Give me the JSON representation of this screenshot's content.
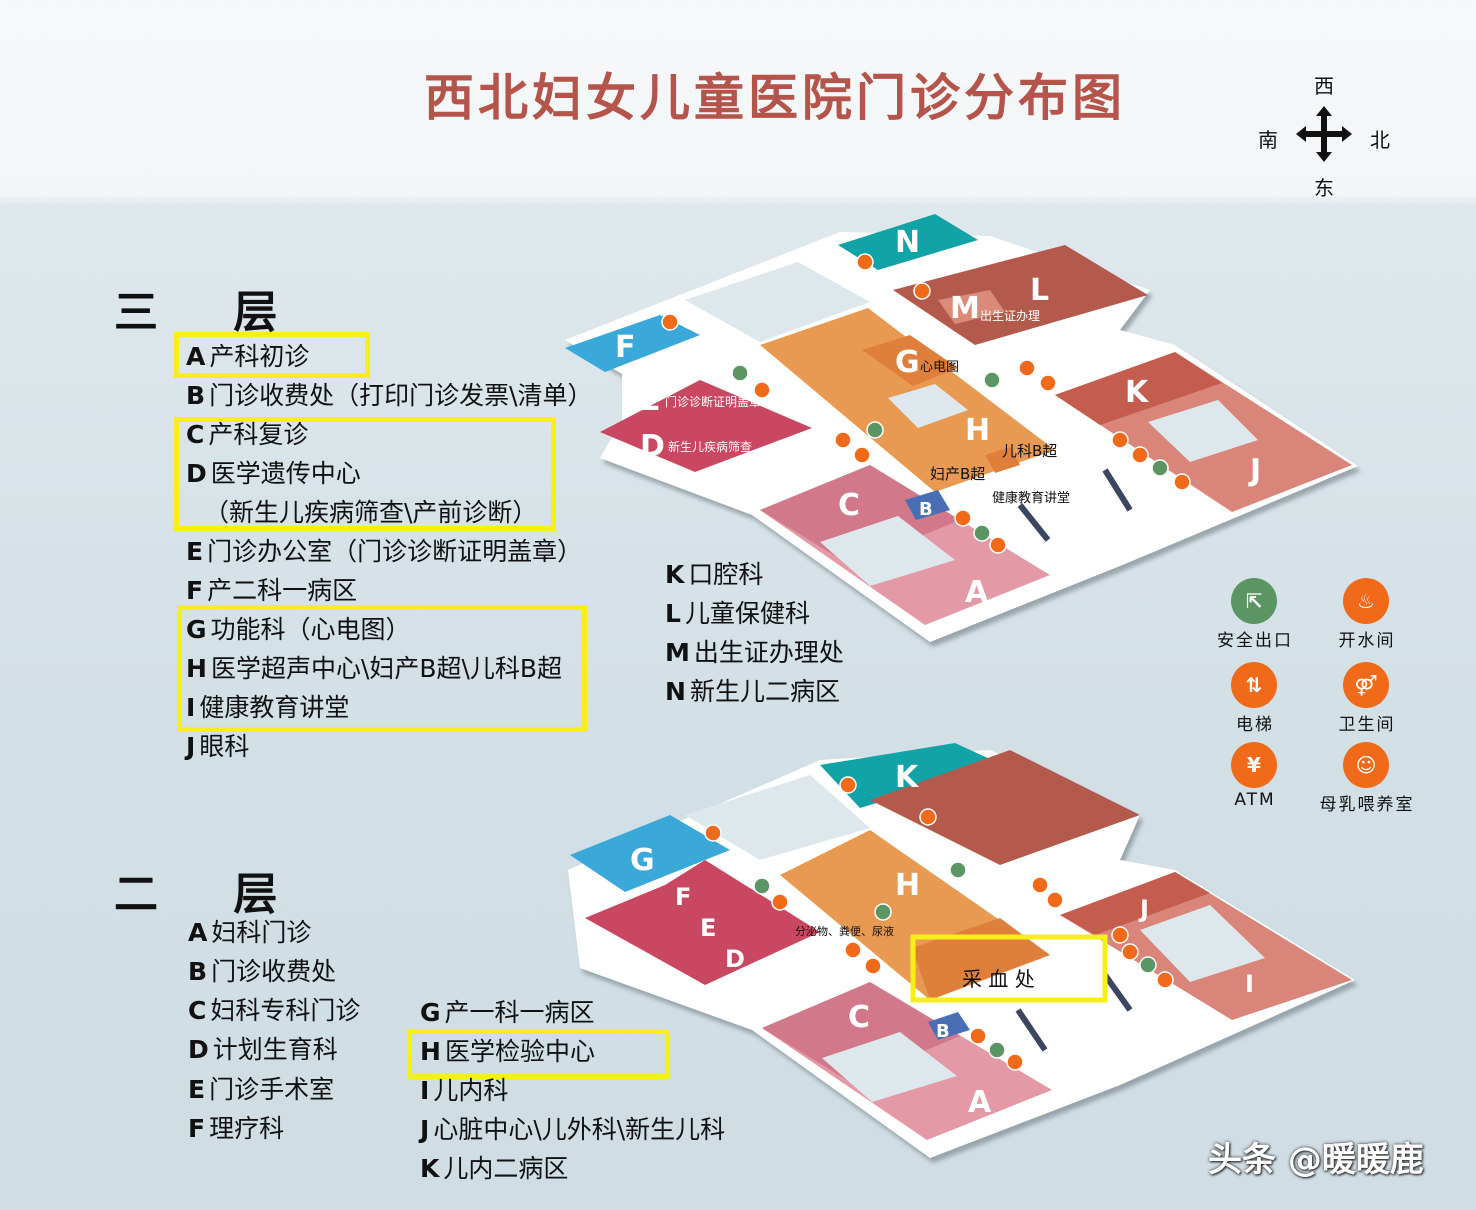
{
  "title": "西北妇女儿童医院门诊分布图",
  "compass": {
    "top": "西",
    "left": "南",
    "right": "北",
    "bottom": "东"
  },
  "floor3": {
    "heading": "三 层",
    "items": [
      {
        "letter": "A",
        "label": "产科初诊",
        "highlighted": true
      },
      {
        "letter": "B",
        "label": "门诊收费处（打印门诊发票\\清单）"
      },
      {
        "letter": "C",
        "label": "产科复诊",
        "highlighted": true
      },
      {
        "letter": "D",
        "label": "医学遗传中心",
        "highlighted": true
      },
      {
        "letter": "",
        "label": "（新生儿疾病筛查\\产前诊断）",
        "highlighted": true
      },
      {
        "letter": "E",
        "label": "门诊办公室（门诊诊断证明盖章）"
      },
      {
        "letter": "F",
        "label": "产二科一病区"
      },
      {
        "letter": "G",
        "label": "功能科（心电图）",
        "highlighted": true
      },
      {
        "letter": "H",
        "label": "医学超声中心\\妇产B超\\儿科B超",
        "highlighted": true
      },
      {
        "letter": "I",
        "label": "健康教育讲堂",
        "highlighted": true
      },
      {
        "letter": "J",
        "label": "眼科"
      },
      {
        "letter": "K",
        "label": "口腔科"
      },
      {
        "letter": "L",
        "label": "儿童保健科"
      },
      {
        "letter": "M",
        "label": "出生证办理处"
      },
      {
        "letter": "N",
        "label": "新生儿二病区"
      }
    ],
    "map_labels": {
      "N": "N",
      "L": "L",
      "M": "M",
      "M_sub": "出生证办理",
      "F": "F",
      "E": "E",
      "E_sub": "门诊诊断证明盖章",
      "D": "D",
      "D_sub": "新生儿疾病筛查",
      "G": "G",
      "G_sub": "心电图",
      "H": "H",
      "H_left": "妇产B超",
      "H_right": "儿科B超",
      "I_sub": "健康教育讲堂",
      "K": "K",
      "J": "J",
      "C": "C",
      "B": "B",
      "A": "A"
    }
  },
  "floor2": {
    "heading": "二 层",
    "items": [
      {
        "letter": "A",
        "label": "妇科门诊"
      },
      {
        "letter": "B",
        "label": "门诊收费处"
      },
      {
        "letter": "C",
        "label": "妇科专科门诊"
      },
      {
        "letter": "D",
        "label": "计划生育科"
      },
      {
        "letter": "E",
        "label": "门诊手术室"
      },
      {
        "letter": "F",
        "label": "理疗科"
      },
      {
        "letter": "G",
        "label": "产一科一病区"
      },
      {
        "letter": "H",
        "label": "医学检验中心",
        "highlighted": true
      },
      {
        "letter": "I",
        "label": "儿内科"
      },
      {
        "letter": "J",
        "label": "心脏中心\\儿外科\\新生儿科"
      },
      {
        "letter": "K",
        "label": "儿内二病区"
      }
    ],
    "map_labels": {
      "K": "K",
      "G": "G",
      "F": "F",
      "E": "E",
      "D": "D",
      "H": "H",
      "H_side": "分泌物、粪便、尿液",
      "blood": "采 血 处",
      "J": "J",
      "I": "I",
      "C": "C",
      "B": "B",
      "A": "A"
    }
  },
  "legend": [
    {
      "icon": "emergency-exit-icon",
      "label": "安全出口",
      "color": "#5a9563"
    },
    {
      "icon": "hot-water-icon",
      "label": "开水间",
      "color": "#f06a1a"
    },
    {
      "icon": "elevator-icon",
      "label": "电梯",
      "color": "#f06a1a"
    },
    {
      "icon": "restroom-icon",
      "label": "卫生间",
      "color": "#f06a1a"
    },
    {
      "icon": "atm-icon",
      "label": "ATM",
      "color": "#f06a1a"
    },
    {
      "icon": "nursing-room-icon",
      "label": "母乳喂养室",
      "color": "#f06a1a"
    }
  ],
  "colors": {
    "title": "#b4544b",
    "highlight": "#f6f018",
    "teal": "#12a3a6",
    "brown": "#b35a4d",
    "blue": "#3aa8d8",
    "crimson": "#c94760",
    "orange": "#e89a52",
    "pink": "#d9798a"
  },
  "watermark": "头条 @暖暖鹿"
}
